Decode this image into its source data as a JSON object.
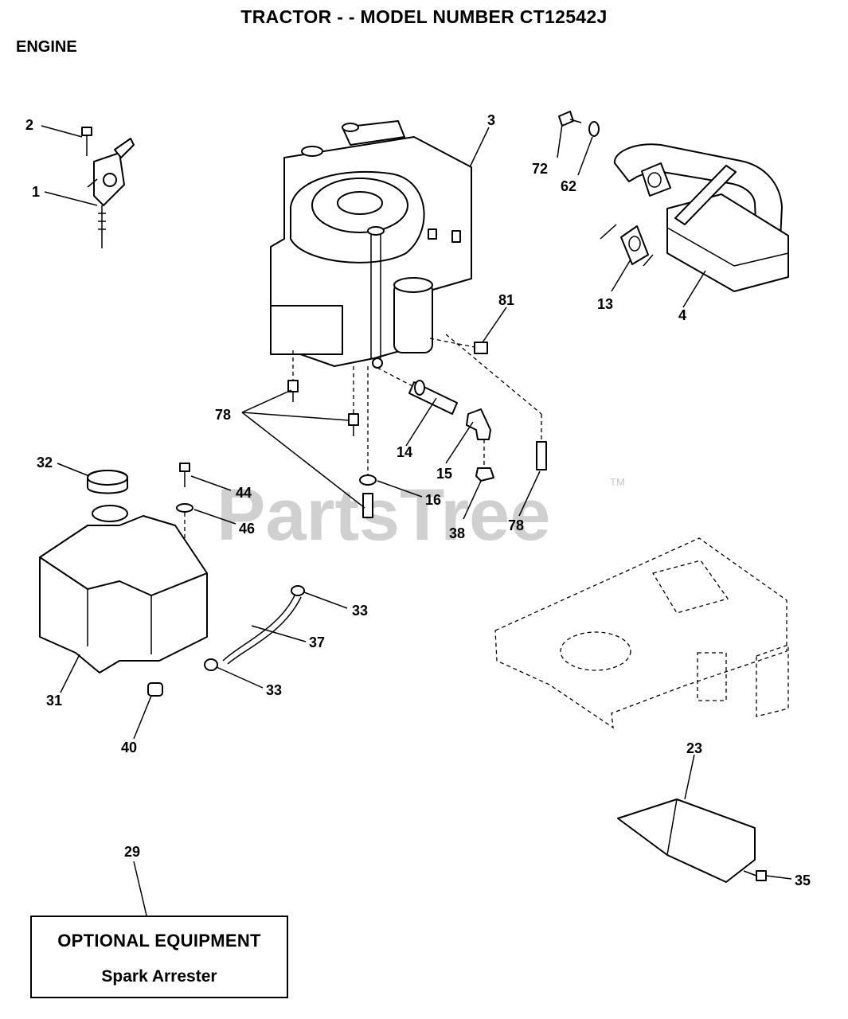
{
  "header": {
    "title": "TRACTOR - - MODEL NUMBER CT12542J",
    "section": "ENGINE"
  },
  "watermark": {
    "text": "PartsTree",
    "trademark": "TM"
  },
  "optional_box": {
    "title": "OPTIONAL EQUIPMENT",
    "subtitle": "Spark Arrester"
  },
  "callouts": [
    {
      "id": "c2",
      "label": "2"
    },
    {
      "id": "c1",
      "label": "1"
    },
    {
      "id": "c3",
      "label": "3"
    },
    {
      "id": "c72",
      "label": "72"
    },
    {
      "id": "c62",
      "label": "62"
    },
    {
      "id": "c13",
      "label": "13"
    },
    {
      "id": "c4",
      "label": "4"
    },
    {
      "id": "c81",
      "label": "81"
    },
    {
      "id": "c78a",
      "label": "78"
    },
    {
      "id": "c14",
      "label": "14"
    },
    {
      "id": "c15",
      "label": "15"
    },
    {
      "id": "c16",
      "label": "16"
    },
    {
      "id": "c38",
      "label": "38"
    },
    {
      "id": "c78b",
      "label": "78"
    },
    {
      "id": "c32",
      "label": "32"
    },
    {
      "id": "c44",
      "label": "44"
    },
    {
      "id": "c46",
      "label": "46"
    },
    {
      "id": "c33a",
      "label": "33"
    },
    {
      "id": "c37",
      "label": "37"
    },
    {
      "id": "c33b",
      "label": "33"
    },
    {
      "id": "c31",
      "label": "31"
    },
    {
      "id": "c40",
      "label": "40"
    },
    {
      "id": "c23",
      "label": "23"
    },
    {
      "id": "c29",
      "label": "29"
    },
    {
      "id": "c35",
      "label": "35"
    }
  ]
}
